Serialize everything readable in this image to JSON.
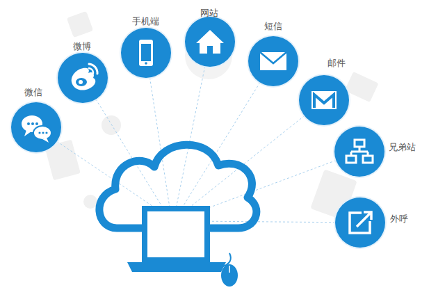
{
  "diagram": {
    "nodes": [
      {
        "text": [
          "微信"
        ]
      },
      {
        "text": [
          "微博"
        ]
      },
      {
        "text": [
          "手机端"
        ]
      },
      {
        "text": [
          "网站"
        ]
      },
      {
        "text": [
          "短信"
        ]
      },
      {
        "text": [
          "邮件"
        ]
      },
      {
        "text": [
          "兄弟站"
        ]
      },
      {
        "text": [
          "外呼"
        ]
      }
    ]
  }
}
